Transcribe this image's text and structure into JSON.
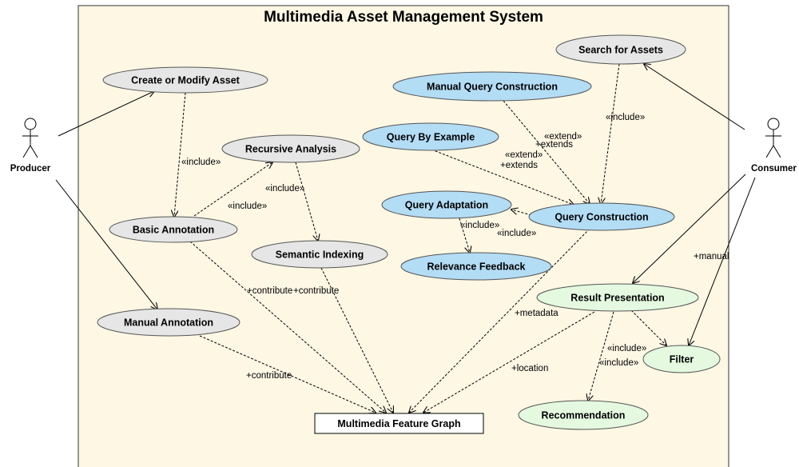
{
  "system": {
    "title": "Multimedia Asset Management System"
  },
  "actors": {
    "producer": "Producer",
    "consumer": "Consumer"
  },
  "use_cases": {
    "create_or_modify_asset": "Create or Modify Asset",
    "recursive_analysis": "Recursive Analysis",
    "basic_annotation": "Basic Annotation",
    "semantic_indexing": "Semantic Indexing",
    "manual_annotation": "Manual Annotation",
    "search_for_assets": "Search for Assets",
    "manual_query_construction": "Manual Query Construction",
    "query_by_example": "Query By Example",
    "query_adaptation": "Query Adaptation",
    "query_construction": "Query Construction",
    "relevance_feedback": "Relevance Feedback",
    "result_presentation": "Result Presentation",
    "filter": "Filter",
    "recommendation": "Recommendation"
  },
  "artifacts": {
    "multimedia_feature_graph": "Multimedia Feature Graph"
  },
  "relation_labels": {
    "include": "«include»",
    "extend": "«extend»",
    "extends": "+extends",
    "contribute": "+contribute",
    "metadata": "+metadata",
    "location": "+location",
    "manual": "+manual"
  },
  "colors": {
    "system_background": "#fdf7e4",
    "system_border": "#333333",
    "use_case_gray": "#e6e6e6",
    "use_case_blue": "#b3dcf5",
    "use_case_green": "#e4f9e0"
  }
}
